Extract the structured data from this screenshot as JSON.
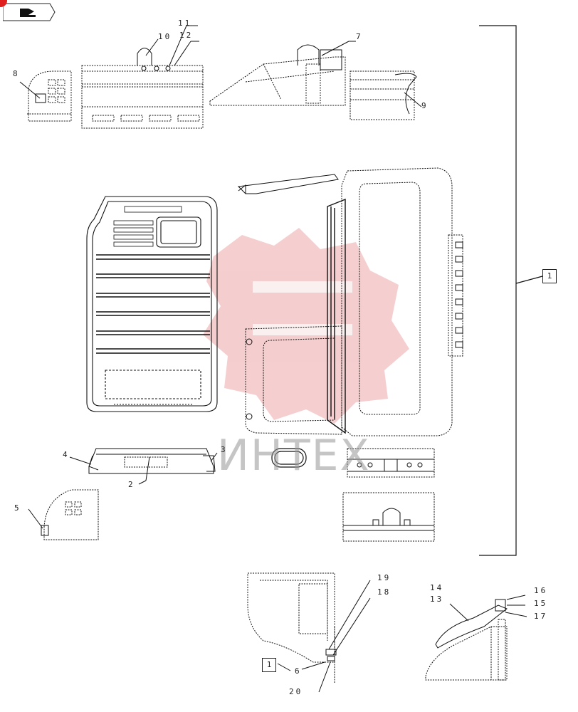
{
  "header": {
    "badge_icon": "red-circle-icon",
    "tab_icon": "book-arrow-icon"
  },
  "watermark": {
    "text": "ИНТЕХ",
    "color": "#e8a2a2"
  },
  "callouts": {
    "c1": "1",
    "c2": "2",
    "c3": "3",
    "c4": "4",
    "c5": "5",
    "c6": "6",
    "c7": "7",
    "c8": "8",
    "c9": "9",
    "c10": "10",
    "c11": "11",
    "c12": "12",
    "c13": "13",
    "c14": "14",
    "c15": "15",
    "c16": "16",
    "c17": "17",
    "c18": "18",
    "c19": "19",
    "c20": "20"
  },
  "boxed": {
    "main": "1",
    "detail": "1"
  }
}
